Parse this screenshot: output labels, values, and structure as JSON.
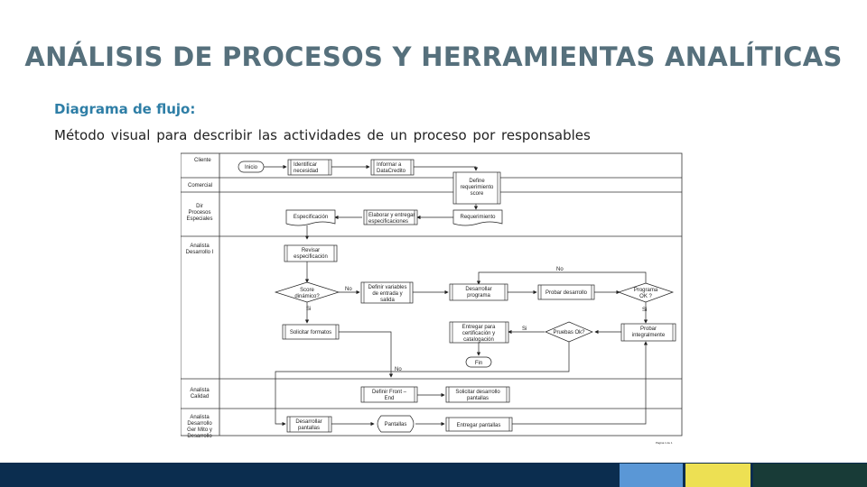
{
  "slide": {
    "title": "ANÁLISIS DE PROCESOS Y HERRAMIENTAS ANALÍTICAS",
    "subtitle": "Diagrama de flujo:",
    "description": "Método visual para describir las actividades de un proceso por responsables"
  },
  "colors": {
    "title": "#56707c",
    "subtitle": "#2e7ea6",
    "footer": "#0b2d4f",
    "accent_blue": "#5a97d6",
    "accent_yellow": "#ede053",
    "accent_green": "#183b37"
  },
  "flowchart": {
    "lanes": {
      "cliente": "Cliente",
      "comercial": "Comercial",
      "dir_1": "Dir",
      "dir_2": "Procesos",
      "dir_3": "Especiales",
      "analista_des_1": "Analista",
      "analista_des_2": "Desarrollo I",
      "analista_cal_1": "Analista",
      "analista_cal_2": "Calidad",
      "analista_ger_1": "Analista",
      "analista_ger_2": "Desarrollo",
      "analista_ger_3": "Ger Mito y",
      "analista_ger_4": "Desarrollo"
    },
    "nodes": {
      "inicio": "Inicio",
      "identificar_1": "Identificar",
      "identificar_2": "necesidad",
      "informar_1": "Informar a",
      "informar_2": "DataCredito",
      "definir_req_1": "Define",
      "definir_req_2": "requerimiento",
      "definir_req_3": "score",
      "especificacion": "Especificación",
      "elaborar_1": "Elaborar y entregar",
      "elaborar_2": "especificaciones",
      "requerimiento": "Requerimiento",
      "revisar_1": "Revisar",
      "revisar_2": "especificación",
      "score_1": "Score",
      "score_2": "dinámico?",
      "definir_var_1": "Definir variables",
      "definir_var_2": "de entrada y",
      "definir_var_3": "salida",
      "desarrollar_1": "Desarrollar",
      "desarrollar_2": "programa",
      "probar_desarrollo": "Probar desarrollo",
      "programa_ok_1": "Programa",
      "programa_ok_2": "OK ?",
      "solicitar_formatos": "Solicitar formatos",
      "entregar_cert_1": "Entregar para",
      "entregar_cert_2": "certificación y",
      "entregar_cert_3": "catalogación",
      "pruebas_ok": "Pruebas Ok?",
      "probar_int_1": "Probar",
      "probar_int_2": "integralmente",
      "fin": "Fin",
      "definir_front_1": "Definir Front –",
      "definir_front_2": "End",
      "solicitar_des_1": "Solicitar desarrollo",
      "solicitar_des_2": "pantallas",
      "desarrollar_pant_1": "Desarrollar",
      "desarrollar_pant_2": "pantallas",
      "pantallas": "Pantallas",
      "entregar_pant": "Entregar pantallas"
    },
    "edge_labels": {
      "no_score": "No",
      "si_score": "Si",
      "no_programa": "No",
      "si_programa": "Si",
      "si_pruebas": "Si",
      "no_pruebas": "No"
    },
    "page_number": "Página 1 de 1"
  }
}
